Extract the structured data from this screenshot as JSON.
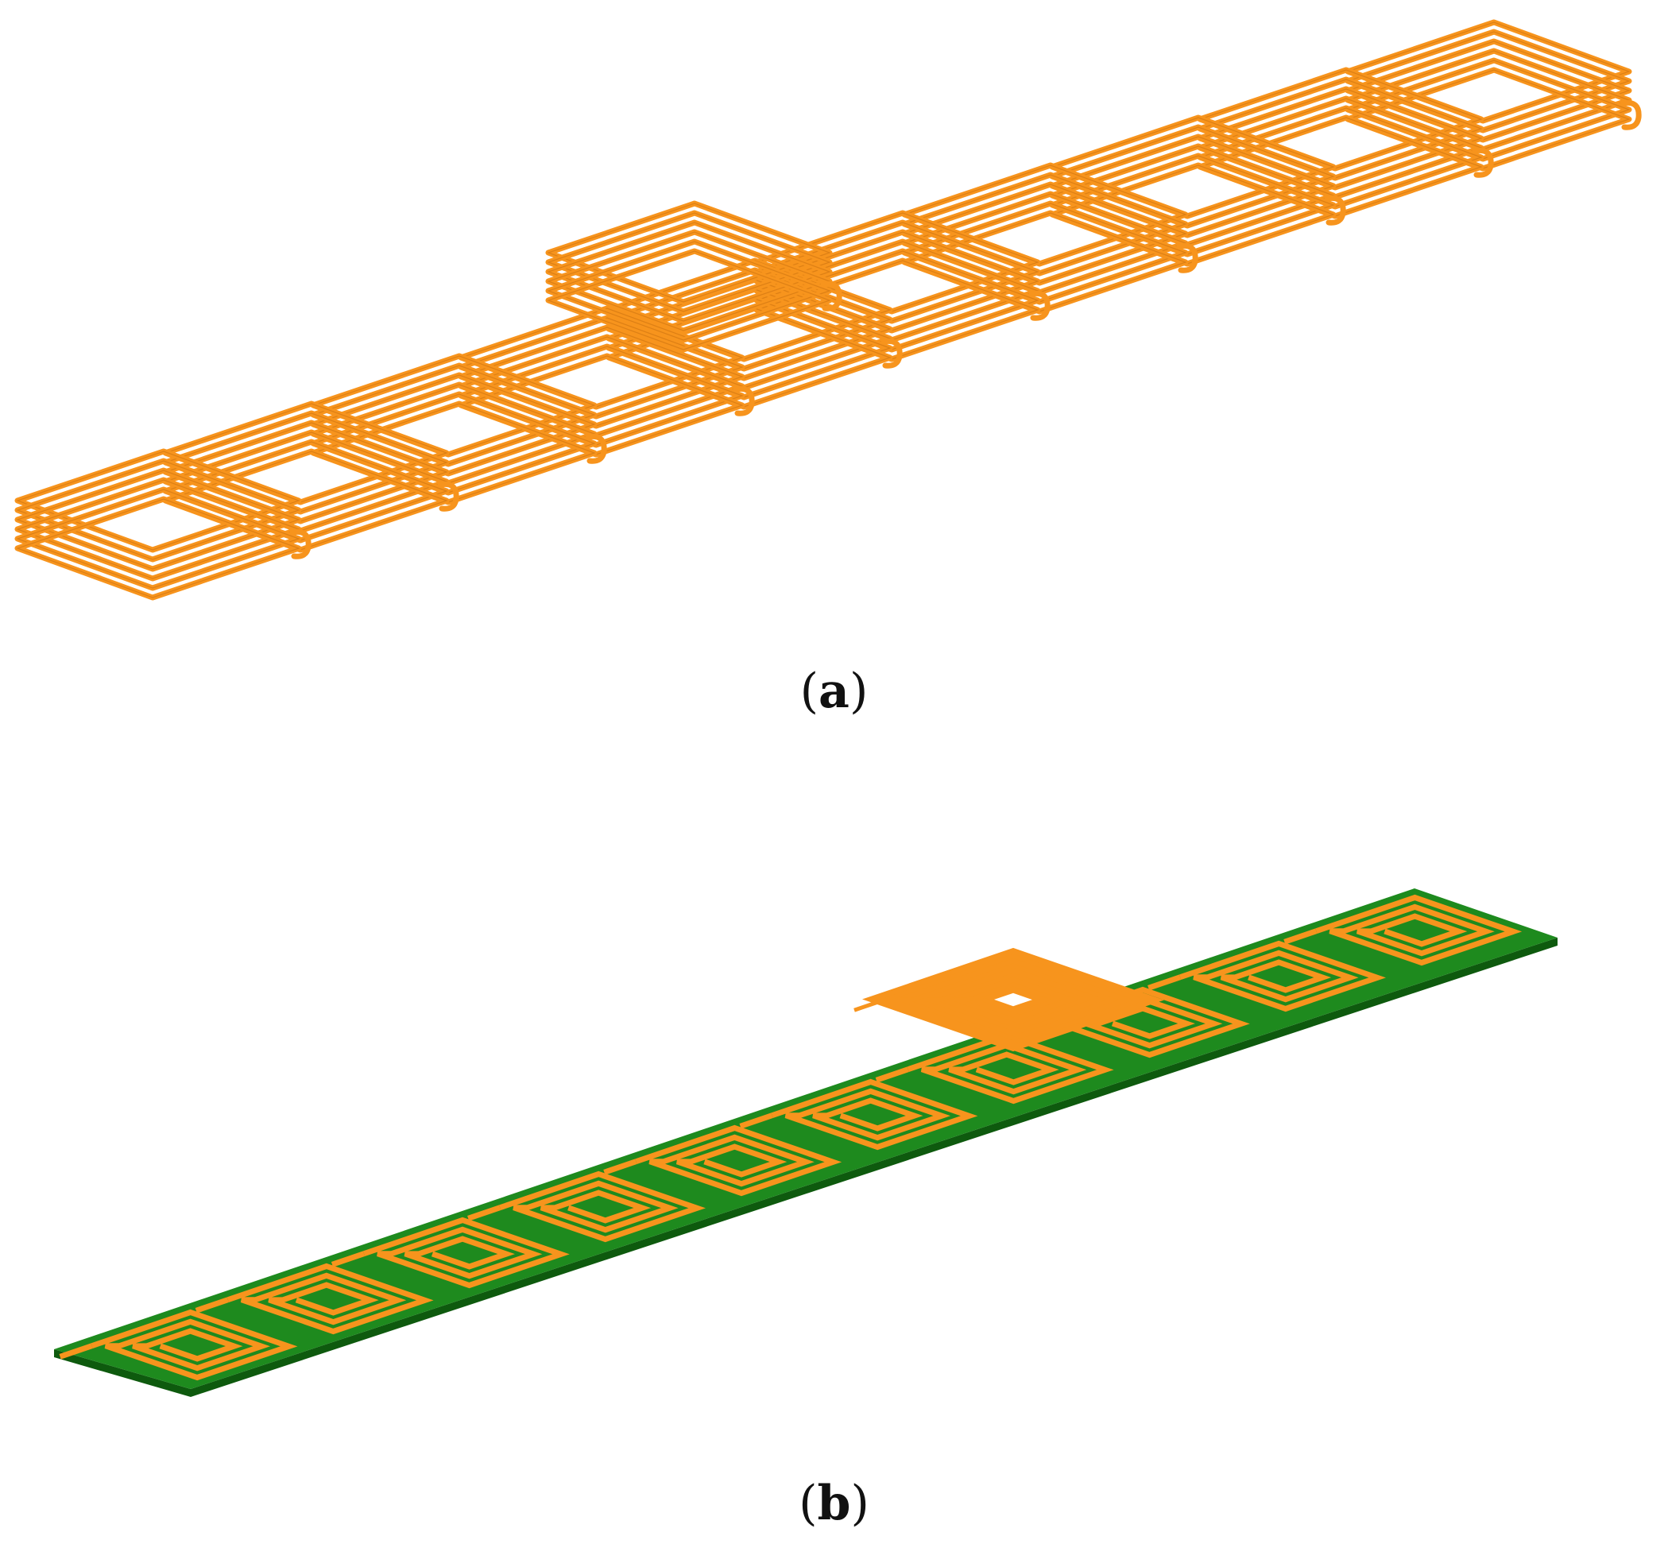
{
  "figure": {
    "panels": [
      {
        "label": "a",
        "coil_count": 10,
        "description_visible": false
      },
      {
        "label": "b",
        "coil_count": 10,
        "description_visible": false
      }
    ]
  },
  "captions": {
    "a": {
      "open": "(",
      "label": "a",
      "close": ")"
    },
    "b": {
      "open": "(",
      "label": "b",
      "close": ")"
    }
  },
  "colors": {
    "coil_orange": "#F7941D",
    "coil_dark": "#C8700E",
    "board_green": "#1E8A1E",
    "board_dark": "#0E5A0E"
  }
}
